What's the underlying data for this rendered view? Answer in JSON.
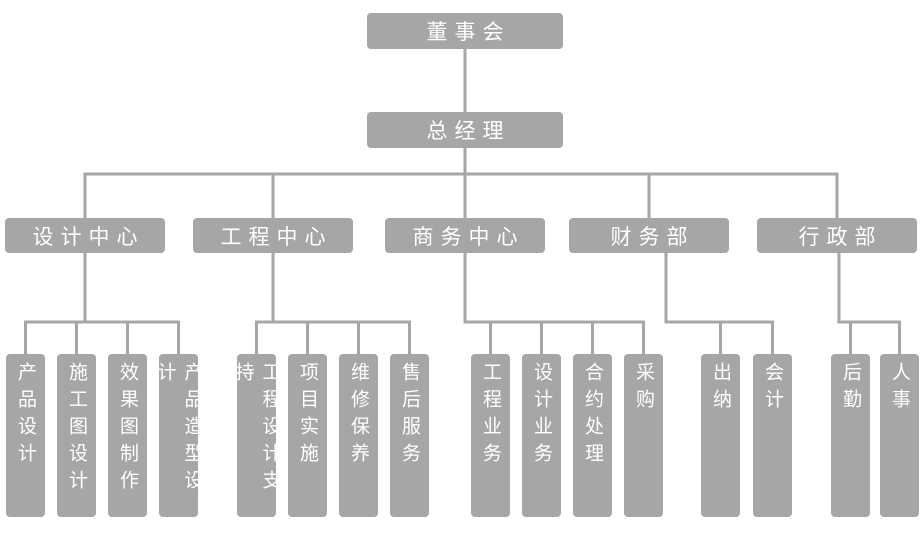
{
  "org_chart": {
    "colors": {
      "background": "#ffffff",
      "node_fill": "#a6a6a6",
      "node_text": "#ffffff",
      "connector": "#a6a6a6"
    },
    "root": {
      "label": "董事会"
    },
    "general_manager": {
      "label": "总经理"
    },
    "departments": [
      {
        "label": "设计中心",
        "children": [
          {
            "label": "产品设计"
          },
          {
            "label": "施工图设计"
          },
          {
            "label": "效果图制作"
          },
          {
            "label": "产品造型设计"
          }
        ]
      },
      {
        "label": "工程中心",
        "children": [
          {
            "label": "工程设计支持"
          },
          {
            "label": "项目实施"
          },
          {
            "label": "维修保养"
          },
          {
            "label": "售后服务"
          }
        ]
      },
      {
        "label": "商务中心",
        "children": [
          {
            "label": "工程业务"
          },
          {
            "label": "设计业务"
          },
          {
            "label": "合约处理"
          },
          {
            "label": "采购"
          }
        ]
      },
      {
        "label": "财务部",
        "children": [
          {
            "label": "出纳"
          },
          {
            "label": "会计"
          }
        ]
      },
      {
        "label": "行政部",
        "children": [
          {
            "label": "后勤"
          },
          {
            "label": "人事"
          }
        ]
      }
    ]
  }
}
